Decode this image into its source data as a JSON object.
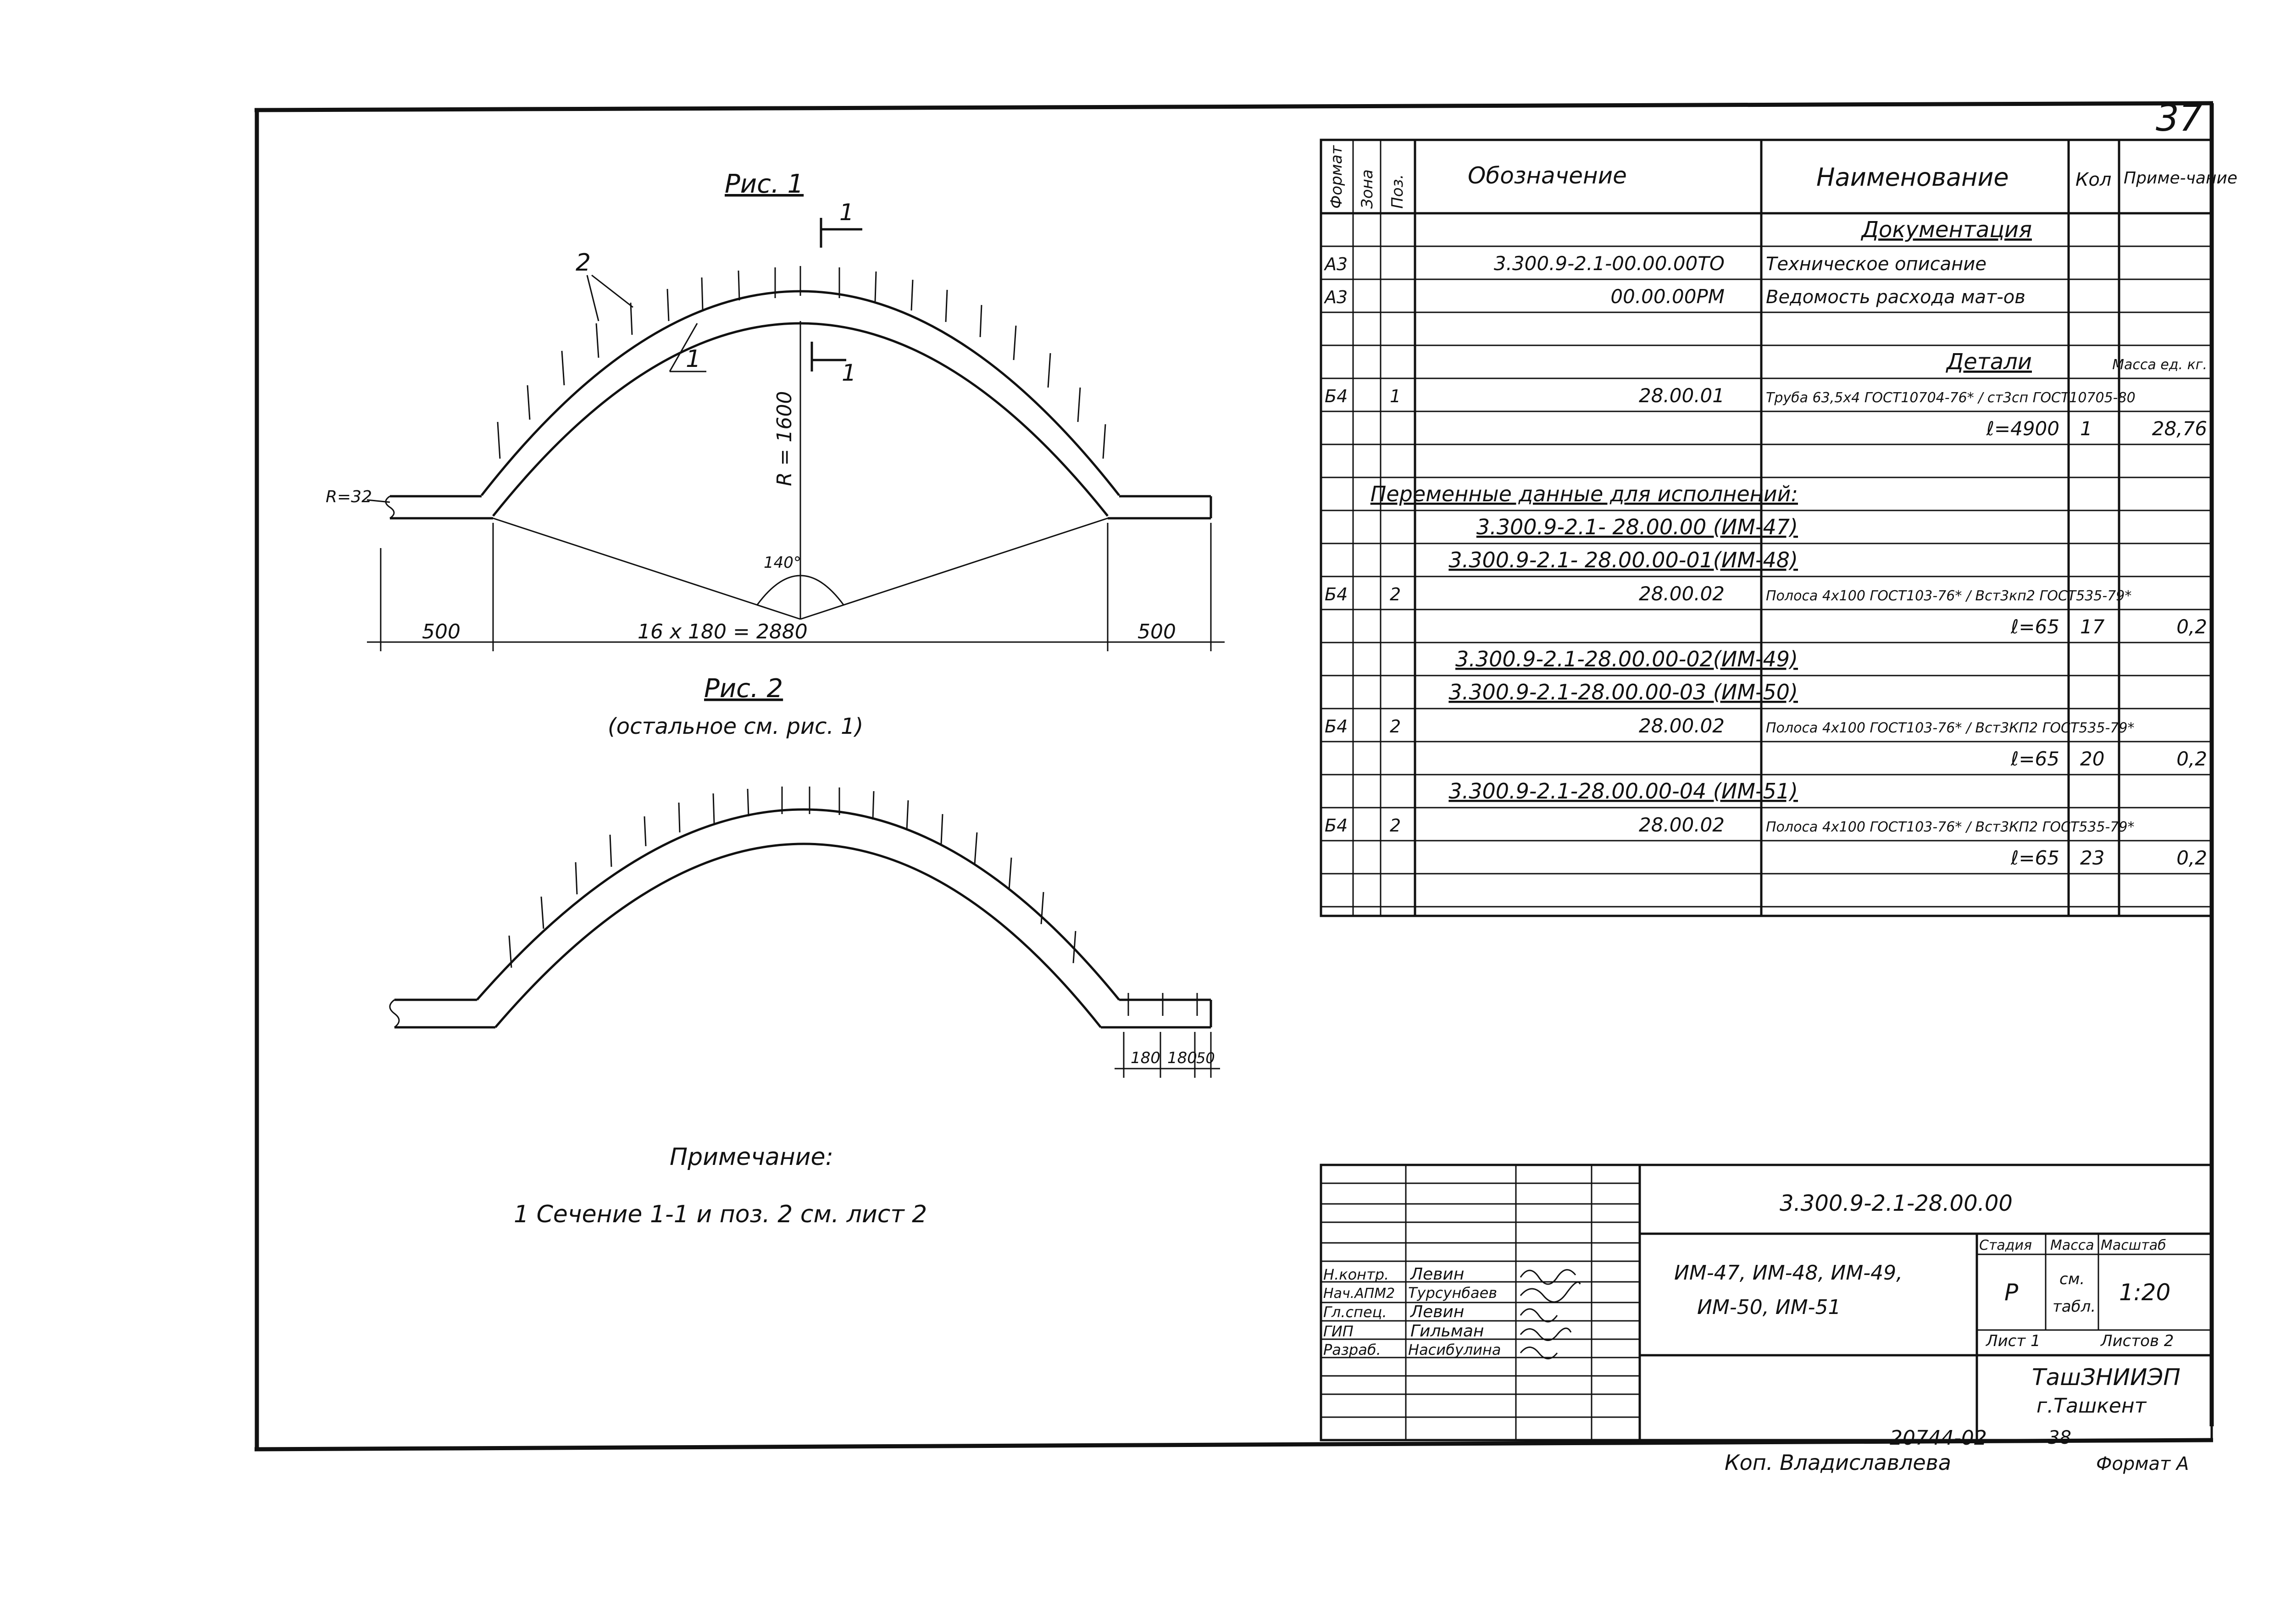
{
  "sheet_number": "37",
  "fig1": {
    "title": "Рис. 1",
    "section_mark": "1",
    "leader_label": "2",
    "pos_label": "1",
    "radius_label": "R = 1600",
    "small_radius_label": "R=32",
    "angle_label": "140°",
    "dim_left": "500",
    "dim_mid": "16 x 180 = 2880",
    "dim_right": "500"
  },
  "fig2": {
    "title": "Рис. 2",
    "subtitle": "(остальное см. рис. 1)",
    "dims": [
      "180",
      "180",
      "50"
    ]
  },
  "note": {
    "title": "Примечание:",
    "text": "1  Сечение 1-1  и  поз. 2  см. лист 2"
  },
  "spec": {
    "headers": [
      "Формат",
      "Зона",
      "Поз.",
      "Обозначение",
      "Наименование",
      "Кол",
      "Приме-чание"
    ],
    "rows": [
      {
        "f": "",
        "z": "",
        "p": "",
        "oboz": "",
        "naim": "Документация",
        "kol": "",
        "prim": "",
        "section": true
      },
      {
        "f": "А3",
        "z": "",
        "p": "",
        "oboz": "3.300.9-2.1-00.00.00ТО",
        "naim": "Техническое описание",
        "kol": "",
        "prim": ""
      },
      {
        "f": "А3",
        "z": "",
        "p": "",
        "oboz": "00.00.00РМ",
        "naim": "Ведомость расхода мат-ов",
        "kol": "",
        "prim": ""
      },
      {
        "f": "",
        "z": "",
        "p": "",
        "oboz": "",
        "naim": "",
        "kol": "",
        "prim": ""
      },
      {
        "f": "",
        "z": "",
        "p": "",
        "oboz": "",
        "naim": "Детали",
        "kol": "",
        "prim": "Масса ед. кг.",
        "section": true
      },
      {
        "f": "Б4",
        "z": "",
        "p": "1",
        "oboz": "28.00.01",
        "naim": "Труба 63,5х4 ГОСТ10704-76* / ст3сп ГОСТ10705-80",
        "kol": "",
        "prim": ""
      },
      {
        "f": "",
        "z": "",
        "p": "",
        "oboz": "",
        "naim": "ℓ=4900",
        "kol": "1",
        "prim": "28,76"
      },
      {
        "f": "",
        "z": "",
        "p": "",
        "oboz": "",
        "naim": "",
        "kol": "",
        "prim": ""
      },
      {
        "f": "",
        "z": "",
        "p": "",
        "oboz": "Переменные данные для исполнений:",
        "naim": "",
        "kol": "",
        "prim": "",
        "wide": true
      },
      {
        "f": "",
        "z": "",
        "p": "",
        "oboz": "3.300.9-2.1- 28.00.00 (ИМ-47)",
        "naim": "",
        "kol": "",
        "prim": "",
        "wide": true
      },
      {
        "f": "",
        "z": "",
        "p": "",
        "oboz": "3.300.9-2.1- 28.00.00-01(ИМ-48)",
        "naim": "",
        "kol": "",
        "prim": "",
        "wide": true
      },
      {
        "f": "Б4",
        "z": "",
        "p": "2",
        "oboz": "28.00.02",
        "naim": "Полоса 4х100 ГОСТ103-76* / Вст3кп2 ГОСТ535-79*",
        "kol": "",
        "prim": ""
      },
      {
        "f": "",
        "z": "",
        "p": "",
        "oboz": "",
        "naim": "ℓ=65",
        "kol": "17",
        "prim": "0,2"
      },
      {
        "f": "",
        "z": "",
        "p": "",
        "oboz": "3.300.9-2.1-28.00.00-02(ИМ-49)",
        "naim": "",
        "kol": "",
        "prim": "",
        "wide": true
      },
      {
        "f": "",
        "z": "",
        "p": "",
        "oboz": "3.300.9-2.1-28.00.00-03 (ИМ-50)",
        "naim": "",
        "kol": "",
        "prim": "",
        "wide": true
      },
      {
        "f": "Б4",
        "z": "",
        "p": "2",
        "oboz": "28.00.02",
        "naim": "Полоса 4х100 ГОСТ103-76* / Вст3КП2 ГОСТ535-79*",
        "kol": "",
        "prim": ""
      },
      {
        "f": "",
        "z": "",
        "p": "",
        "oboz": "",
        "naim": "ℓ=65",
        "kol": "20",
        "prim": "0,2"
      },
      {
        "f": "",
        "z": "",
        "p": "",
        "oboz": "3.300.9-2.1-28.00.00-04 (ИМ-51)",
        "naim": "",
        "kol": "",
        "prim": "",
        "wide": true
      },
      {
        "f": "Б4",
        "z": "",
        "p": "2",
        "oboz": "28.00.02",
        "naim": "Полоса 4х100 ГОСТ103-76* / Вст3КП2 ГОСТ535-79*",
        "kol": "",
        "prim": ""
      },
      {
        "f": "",
        "z": "",
        "p": "",
        "oboz": "",
        "naim": "ℓ=65",
        "kol": "23",
        "prim": "0,2"
      },
      {
        "f": "",
        "z": "",
        "p": "",
        "oboz": "",
        "naim": "",
        "kol": "",
        "prim": ""
      }
    ]
  },
  "title_block": {
    "doc_code": "3.300.9-2.1-28.00.00",
    "product_line1": "ИМ-47, ИМ-48, ИМ-49,",
    "product_line2": "ИМ-50, ИМ-51",
    "stage_label": "Стадия",
    "mass_label": "Масса",
    "scale_label": "Масштаб",
    "stage": "Р",
    "mass_line1": "см.",
    "mass_line2": "табл.",
    "scale": "1:20",
    "sheet_label": "Лист 1",
    "sheets_label": "Листов 2",
    "org_line1": "ТашЗНИИЭП",
    "org_line2": "г.Ташкент",
    "people": [
      {
        "role": "Н.контр.",
        "name": "Левин"
      },
      {
        "role": "Нач.АПМ2",
        "name": "Турсунбаев"
      },
      {
        "role": "Гл.спец.",
        "name": "Левин"
      },
      {
        "role": "ГИП",
        "name": "Гильман"
      },
      {
        "role": "Разраб.",
        "name": "Насибулина"
      }
    ]
  },
  "footer": {
    "order_no": "20744-02",
    "code2": "38",
    "copied": "Коп. Владиславлева",
    "format": "Формат А"
  }
}
